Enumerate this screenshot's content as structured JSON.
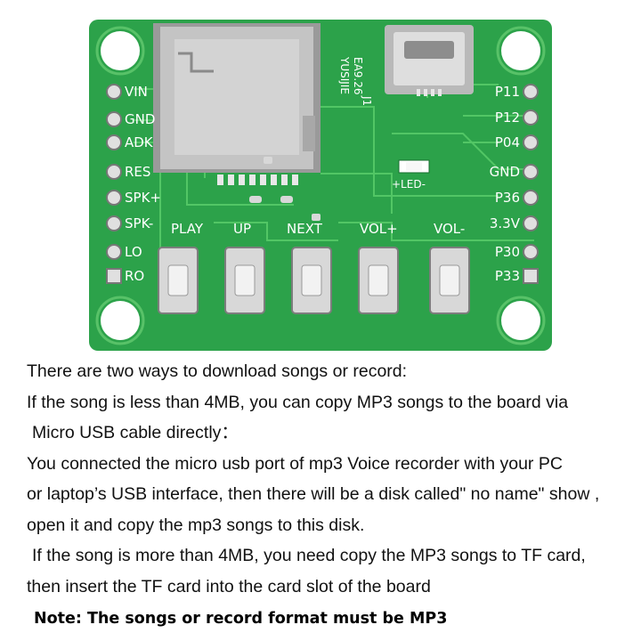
{
  "board": {
    "left_pins": [
      "VIN",
      "GND",
      "ADK",
      "RES",
      "SPK+",
      "SPK-",
      "LO",
      "RO"
    ],
    "right_pins": [
      "P11",
      "P12",
      "P04",
      "GND",
      "P36",
      "3.3V",
      "P30",
      "P33"
    ],
    "buttons": [
      "PLAY",
      "UP",
      "NEXT",
      "VOL+",
      "VOL-"
    ],
    "silkscreen_model": "EA9.26",
    "silkscreen_brand": "YUSIJIE",
    "led_label": "+LED-",
    "small_mark": "J1",
    "colors": {
      "pcb": "#2ca24a",
      "trace": "#5ccf6c",
      "card_slot": "#c4c4c4",
      "button": "#d8d8d8"
    }
  },
  "instructions": {
    "line1": "There are two ways to download  songs or record:",
    "line2": "If the song is less than 4MB,  you can copy MP3 songs to the board via",
    "line3": "Micro USB cable directly：",
    "line4": "You connected the micro usb port of mp3 Voice recorder with your PC",
    "line5": "or laptop’s USB interface, then there will be a disk called\" no name\" show ,",
    "line6": "open it and copy the mp3 songs to this disk.",
    "line7": "If the song is more than 4MB, you need copy the MP3 songs to TF card,",
    "line8": "then insert the TF card into the card slot of the board",
    "note": "Note: The songs or record format must be MP3"
  }
}
